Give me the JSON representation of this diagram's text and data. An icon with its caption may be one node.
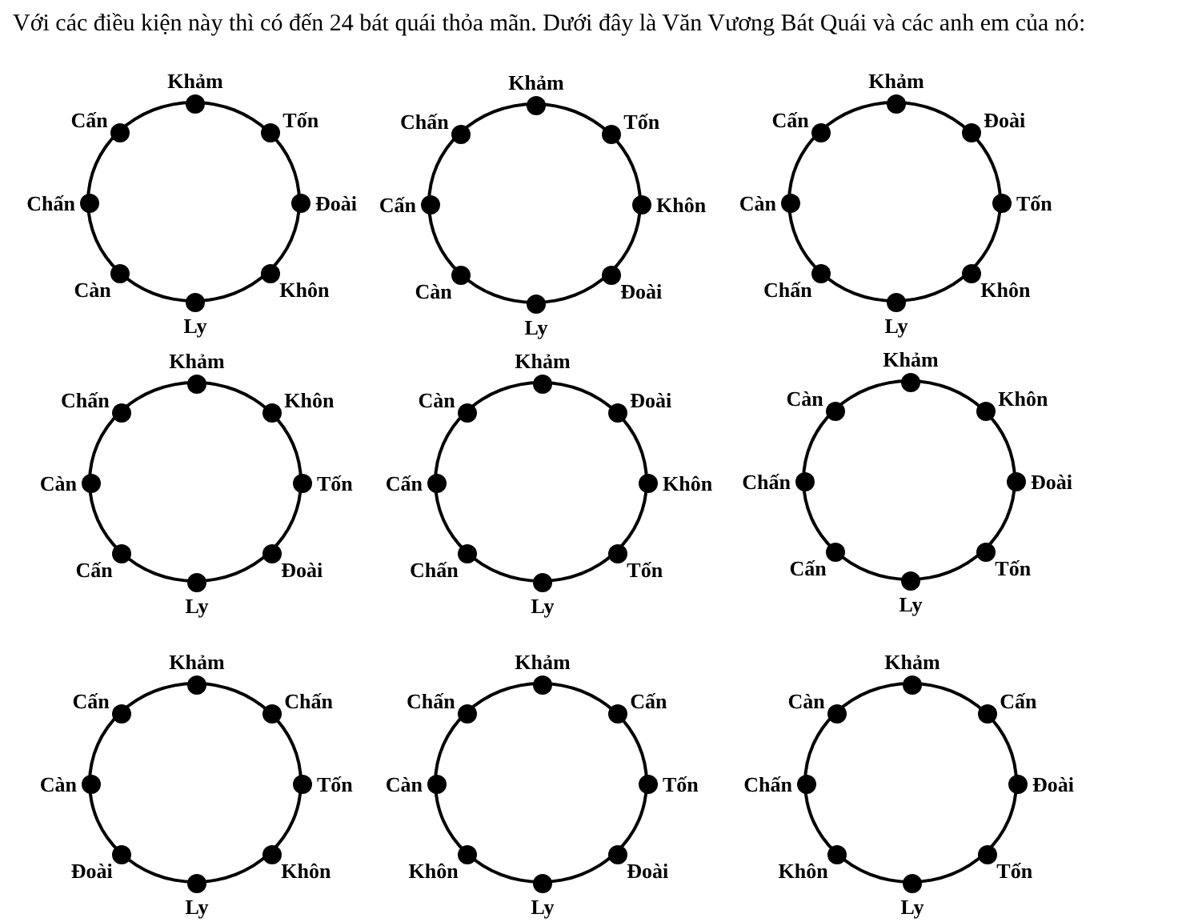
{
  "diagram": {
    "title": "Với các điều kiện này thì có đến 24 bát quái thỏa mãn. Dưới đây là Văn Vương Bát Quái và các anh em của nó:",
    "nodes": [
      {
        "text": [
          "Khảm",
          "Tốn",
          "Đoài",
          "Khôn",
          "Ly",
          "Càn",
          "Chấn",
          "Cấn"
        ]
      },
      {
        "text": [
          "Khảm",
          "Tốn",
          "Khôn",
          "Đoài",
          "Ly",
          "Càn",
          "Cấn",
          "Chấn"
        ]
      },
      {
        "text": [
          "Khảm",
          "Đoài",
          "Tốn",
          "Khôn",
          "Ly",
          "Chấn",
          "Càn",
          "Cấn"
        ]
      },
      {
        "text": [
          "Khảm",
          "Khôn",
          "Tốn",
          "Đoài",
          "Ly",
          "Cấn",
          "Càn",
          "Chấn"
        ]
      },
      {
        "text": [
          "Khảm",
          "Đoài",
          "Khôn",
          "Tốn",
          "Ly",
          "Chấn",
          "Cấn",
          "Càn"
        ]
      },
      {
        "text": [
          "Khảm",
          "Khôn",
          "Đoài",
          "Tốn",
          "Ly",
          "Cấn",
          "Chấn",
          "Càn"
        ]
      },
      {
        "text": [
          "Khảm",
          "Chấn",
          "Tốn",
          "Khôn",
          "Ly",
          "Đoài",
          "Càn",
          "Cấn"
        ]
      },
      {
        "text": [
          "Khảm",
          "Cấn",
          "Tốn",
          "Đoài",
          "Ly",
          "Khôn",
          "Càn",
          "Chấn"
        ]
      },
      {
        "text": [
          "Khảm",
          "Cấn",
          "Đoài",
          "Tốn",
          "Ly",
          "Khôn",
          "Chấn",
          "Càn"
        ]
      }
    ]
  }
}
